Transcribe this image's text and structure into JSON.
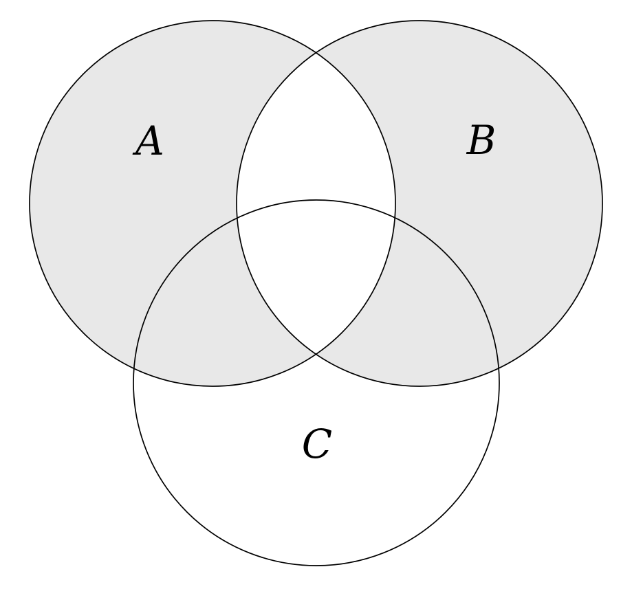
{
  "diagram": {
    "type": "venn-3-set",
    "sets": [
      {
        "label": "A",
        "shaded": true
      },
      {
        "label": "B",
        "shaded": true
      },
      {
        "label": "C",
        "shaded": false
      }
    ],
    "shaded_region": "symmetric difference of A and B (regions in exactly one of A, B, including parts inside C); A∩B and C-only are unshaded",
    "colors": {
      "shade": "#e8e8e8",
      "stroke": "#000000",
      "background": "#ffffff",
      "label": "#000000"
    }
  }
}
